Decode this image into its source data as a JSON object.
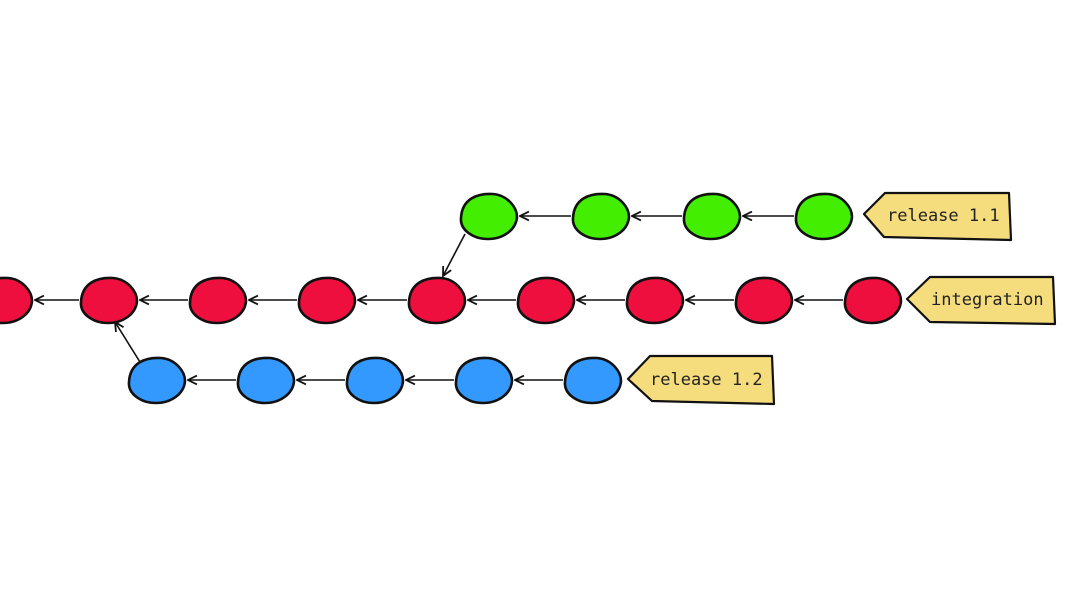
{
  "colors": {
    "green": "#44ee00",
    "red": "#ee0f3e",
    "blue": "#3399ff",
    "tag_fill": "#f5dc7d",
    "outline": "#111111",
    "background": "#ffffff"
  },
  "branches": [
    {
      "id": "release-1-1",
      "label": "release 1.1",
      "color": "green",
      "commits": 4
    },
    {
      "id": "integration",
      "label": "integration",
      "color": "red",
      "commits": 9
    },
    {
      "id": "release-1-2",
      "label": "release 1.2",
      "color": "blue",
      "commits": 5
    }
  ],
  "links": [
    {
      "from": "release-1-1",
      "to": "integration",
      "description": "release 1.1 branches off integration"
    },
    {
      "from": "release-1-2",
      "to": "integration",
      "description": "release 1.2 branches off integration"
    }
  ]
}
